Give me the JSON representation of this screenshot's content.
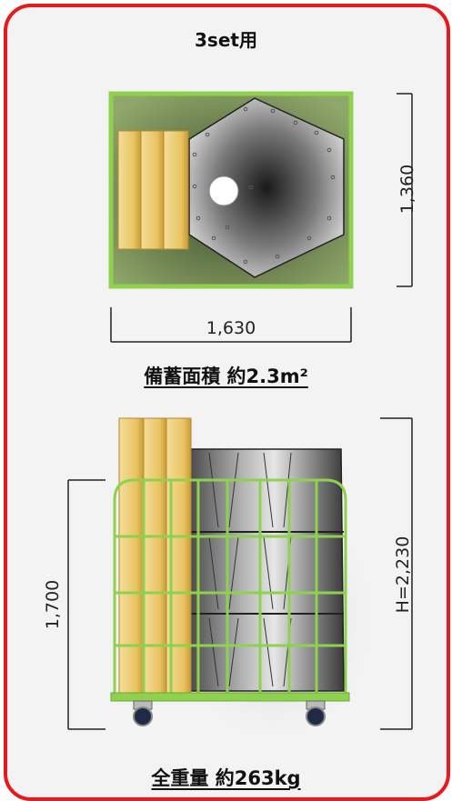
{
  "set_label": "3set用",
  "top_view": {
    "width_dim": "1,630",
    "depth_dim": "1,360",
    "area_caption": "備蓄面積 約2.3m²"
  },
  "side_view": {
    "cart_height_dim": "1,700",
    "total_height_dim": "H=2,230",
    "weight_caption": "全重量 約263kg"
  },
  "colors": {
    "frame": "#e8191c",
    "cart_green": "#8fd14f",
    "board": "#e8c56a"
  }
}
